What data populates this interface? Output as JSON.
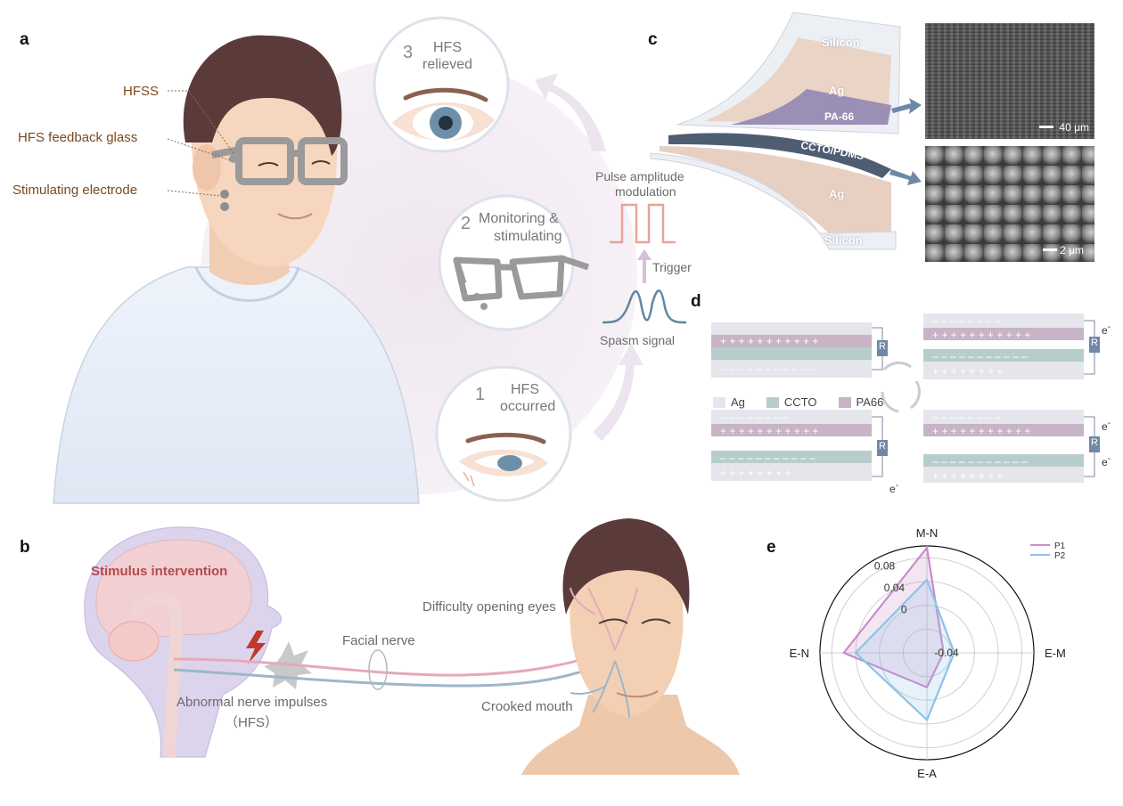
{
  "panels": {
    "a": "a",
    "b": "b",
    "c": "c",
    "d": "d",
    "e": "e"
  },
  "panel_a": {
    "callouts": [
      "HFSS",
      "HFS feedback glass",
      "Stimulating electrode"
    ],
    "steps": [
      {
        "num": "3",
        "text_line1": "HFS",
        "text_line2": "relieved"
      },
      {
        "num": "2",
        "text_line1": "Monitoring &",
        "text_line2": "stimulating"
      },
      {
        "num": "1",
        "text_line1": "HFS",
        "text_line2": "occurred"
      }
    ],
    "signal": {
      "modulation_line1": "Pulse amplitude",
      "modulation_line2": "modulation",
      "trigger": "Trigger",
      "spasm": "Spasm signal"
    }
  },
  "panel_b": {
    "stimulus": "Stimulus intervention",
    "abnormal_line1": "Abnormal nerve impulses",
    "abnormal_line2": "（HFS）",
    "facial_nerve": "Facial nerve",
    "difficulty": "Difficulty opening eyes",
    "crooked": "Crooked mouth"
  },
  "panel_c": {
    "layers": [
      "Silicon",
      "Ag",
      "PA-66",
      "CCTO/PDMS",
      "Ag",
      "Silicon"
    ],
    "scale_top": "40 μm",
    "scale_bottom": "2 μm"
  },
  "panel_d": {
    "legend": [
      {
        "label": "Ag",
        "color": "#e4e6ec"
      },
      {
        "label": "CCTO",
        "color": "#b7cdcc"
      },
      {
        "label": "PA66",
        "color": "#c7b4c6"
      }
    ],
    "resistor": "R",
    "electron": "e",
    "electron_sup": "-"
  },
  "colors": {
    "brown": "#7a4a1e",
    "pink_nerve": "#e6a9b8",
    "blue_nerve": "#9fb6c9",
    "stim_red": "#b54a4a",
    "p1": "#c98bc9",
    "p2": "#8cc3e6"
  },
  "chart_data": {
    "type": "radar",
    "axes": [
      "M-N",
      "E-M",
      "E-A",
      "E-N"
    ],
    "radial_ticks": [
      -0.04,
      0,
      0.04,
      0.08
    ],
    "radial_range": [
      -0.08,
      0.1
    ],
    "series": [
      {
        "name": "P1",
        "values": [
          0.097,
          -0.052,
          -0.022,
          0.06
        ]
      },
      {
        "name": "P2",
        "values": [
          0.043,
          -0.034,
          0.033,
          0.04
        ]
      }
    ],
    "legend_placement": "top-right"
  }
}
